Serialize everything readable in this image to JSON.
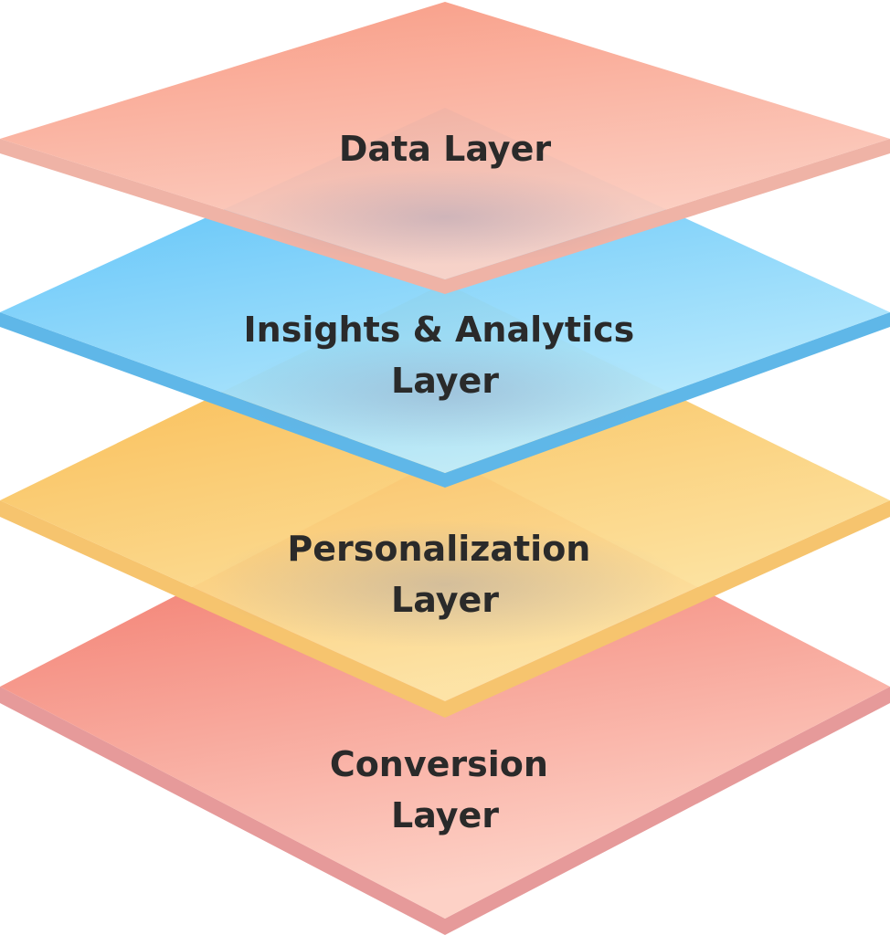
{
  "layers": [
    {
      "id": "data",
      "lines": [
        "Data Layer"
      ],
      "colors": {
        "top_a": "#f8957d",
        "top_b": "#fcd2c6",
        "edge": "#efb3a6"
      }
    },
    {
      "id": "insights",
      "lines": [
        "Insights & Analytics",
        "Layer"
      ],
      "colors": {
        "top_a": "#49baf7",
        "top_b": "#c2eefd",
        "edge": "#5fb7e8"
      }
    },
    {
      "id": "personalization",
      "lines": [
        "Personalization",
        "Layer"
      ],
      "colors": {
        "top_a": "#f7b03a",
        "top_b": "#fde6a6",
        "edge": "#f6c46e"
      }
    },
    {
      "id": "conversion",
      "lines": [
        "Conversion",
        "Layer"
      ],
      "colors": {
        "top_a": "#f0685a",
        "top_b": "#fdd1c6",
        "edge": "#e69a9a"
      }
    }
  ]
}
